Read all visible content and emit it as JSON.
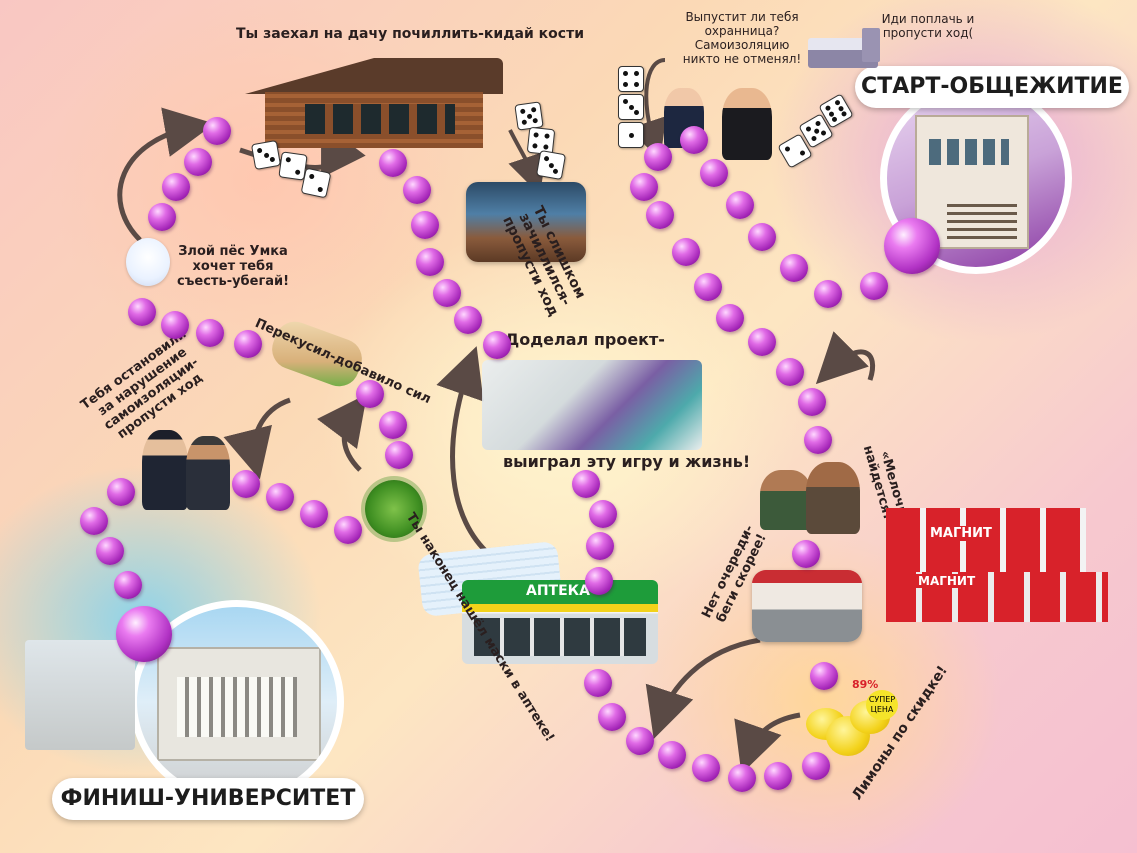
{
  "board": {
    "start_title": "СТАРТ-ОБЩЕЖИТИЕ",
    "finish_title": "ФИНИШ-УНИВЕРСИТЕТ",
    "center_top": "Доделал проект-",
    "center_bottom": "выиграл эту игру и жизнь!"
  },
  "cells": {
    "cry": "Иди поплачь и\nпропусти ход(",
    "guard": "Выпустит ли тебя\nохранница?\nСамоизоляцию\nникто не отменял!",
    "dacha": "Ты заехал на дачу почиллить-кидай кости",
    "chill": "Ты слишком\nзачиллился-\nпропусти ход",
    "dog": "Злой пёс Умка\nхочет тебя\nсъесть-убегай!",
    "snack": "Перекусил-добавило сил",
    "police": "Тебя остановили\nза нарушение\nсамоизоляции-\nпропусти ход",
    "pharmacy": "Ты наконец нашёл маски в аптеке!",
    "queue": "Нет очереди-\nбеги скорее!",
    "change": "«Мелочь\nнайдется?»",
    "lemons": "Лимоны по скидке!"
  },
  "signs": {
    "pharmacy_sign": "АПТЕКА",
    "magnit_sign_top": "МАГНИТ",
    "magnit_sign_front": "МАГНИТ",
    "price_tag_percent": "89%",
    "price_tag_line1": "СУПЕР",
    "price_tag_line2": "ЦЕНА"
  },
  "icons": {
    "dice": "dice-icon",
    "virus": "virus-icon",
    "arrow": "curved-arrow-icon",
    "bed": "bed-icon",
    "dog": "dog-icon",
    "lemon": "lemon-icon",
    "shawarma": "shawarma-icon",
    "mask": "mask-icon"
  },
  "colors": {
    "bead": "#b132c4",
    "arrow": "#5a4a45",
    "frame": "#ffffff",
    "pharmacy_green": "#1e9c3a",
    "magnit_red": "#d8222a"
  }
}
